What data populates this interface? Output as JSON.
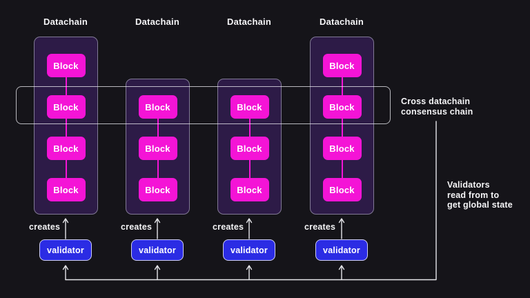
{
  "columns": [
    {
      "header": "Datachain",
      "blocks": [
        "Block",
        "Block",
        "Block",
        "Block"
      ],
      "creates_label": "creates",
      "validator_label": "validator"
    },
    {
      "header": "Datachain",
      "blocks": [
        "Block",
        "Block",
        "Block"
      ],
      "creates_label": "creates",
      "validator_label": "validator"
    },
    {
      "header": "Datachain",
      "blocks": [
        "Block",
        "Block",
        "Block"
      ],
      "creates_label": "creates",
      "validator_label": "validator"
    },
    {
      "header": "Datachain",
      "blocks": [
        "Block",
        "Block",
        "Block",
        "Block"
      ],
      "creates_label": "creates",
      "validator_label": "validator"
    }
  ],
  "annotations": {
    "consensus_chain": {
      "line1": "Cross datachain",
      "line2": "consensus chain"
    },
    "validators_note": {
      "line1": "Validators",
      "line2": "read from to",
      "line3": "get global state"
    }
  },
  "colors": {
    "background": "#151419",
    "datachain_container_fill": "#2d1b47",
    "block_fill": "#f414d6",
    "validator_fill": "#2b2ce4",
    "wire": "#e6e6ea",
    "text": "#f4f4f6"
  }
}
